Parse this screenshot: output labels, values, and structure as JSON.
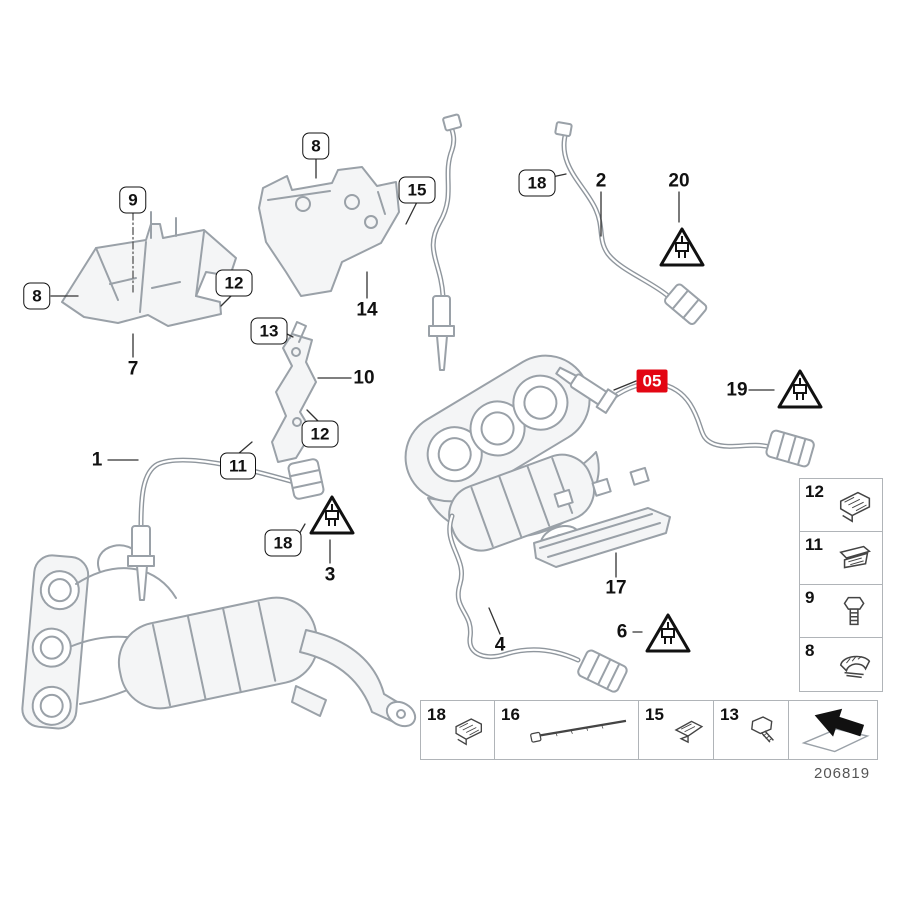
{
  "doc_number": "206819",
  "colors": {
    "highlight_bg": "#e30613",
    "highlight_text": "#ffffff"
  },
  "callouts": [
    {
      "text": "9"
    },
    {
      "text": "8"
    },
    {
      "text": "12"
    },
    {
      "text": "7"
    },
    {
      "text": "8"
    },
    {
      "text": "15"
    },
    {
      "text": "14"
    },
    {
      "text": "13"
    },
    {
      "text": "10"
    },
    {
      "text": "12"
    },
    {
      "text": "11"
    },
    {
      "text": "1"
    },
    {
      "text": "18"
    },
    {
      "text": "3"
    },
    {
      "text": "18"
    },
    {
      "text": "2"
    },
    {
      "text": "20"
    },
    {
      "text": "05"
    },
    {
      "text": "19"
    },
    {
      "text": "17"
    },
    {
      "text": "6"
    },
    {
      "text": "4"
    }
  ],
  "sidebar_table": {
    "rows": [
      {
        "num": "12",
        "icon": "retainer-clip-icon"
      },
      {
        "num": "11",
        "icon": "bracket-clip-icon"
      },
      {
        "num": "9",
        "icon": "hex-screw-icon"
      },
      {
        "num": "8",
        "icon": "clamp-icon"
      }
    ]
  },
  "bottom_table": {
    "cells": [
      {
        "num": "18",
        "icon": "cable-clip-icon"
      },
      {
        "num": "16",
        "icon": "cable-tie-icon"
      },
      {
        "num": "15",
        "icon": "holder-clip-icon"
      },
      {
        "num": "13",
        "icon": "hex-bolt-icon"
      }
    ],
    "arrow": "continue-arrow-icon"
  }
}
